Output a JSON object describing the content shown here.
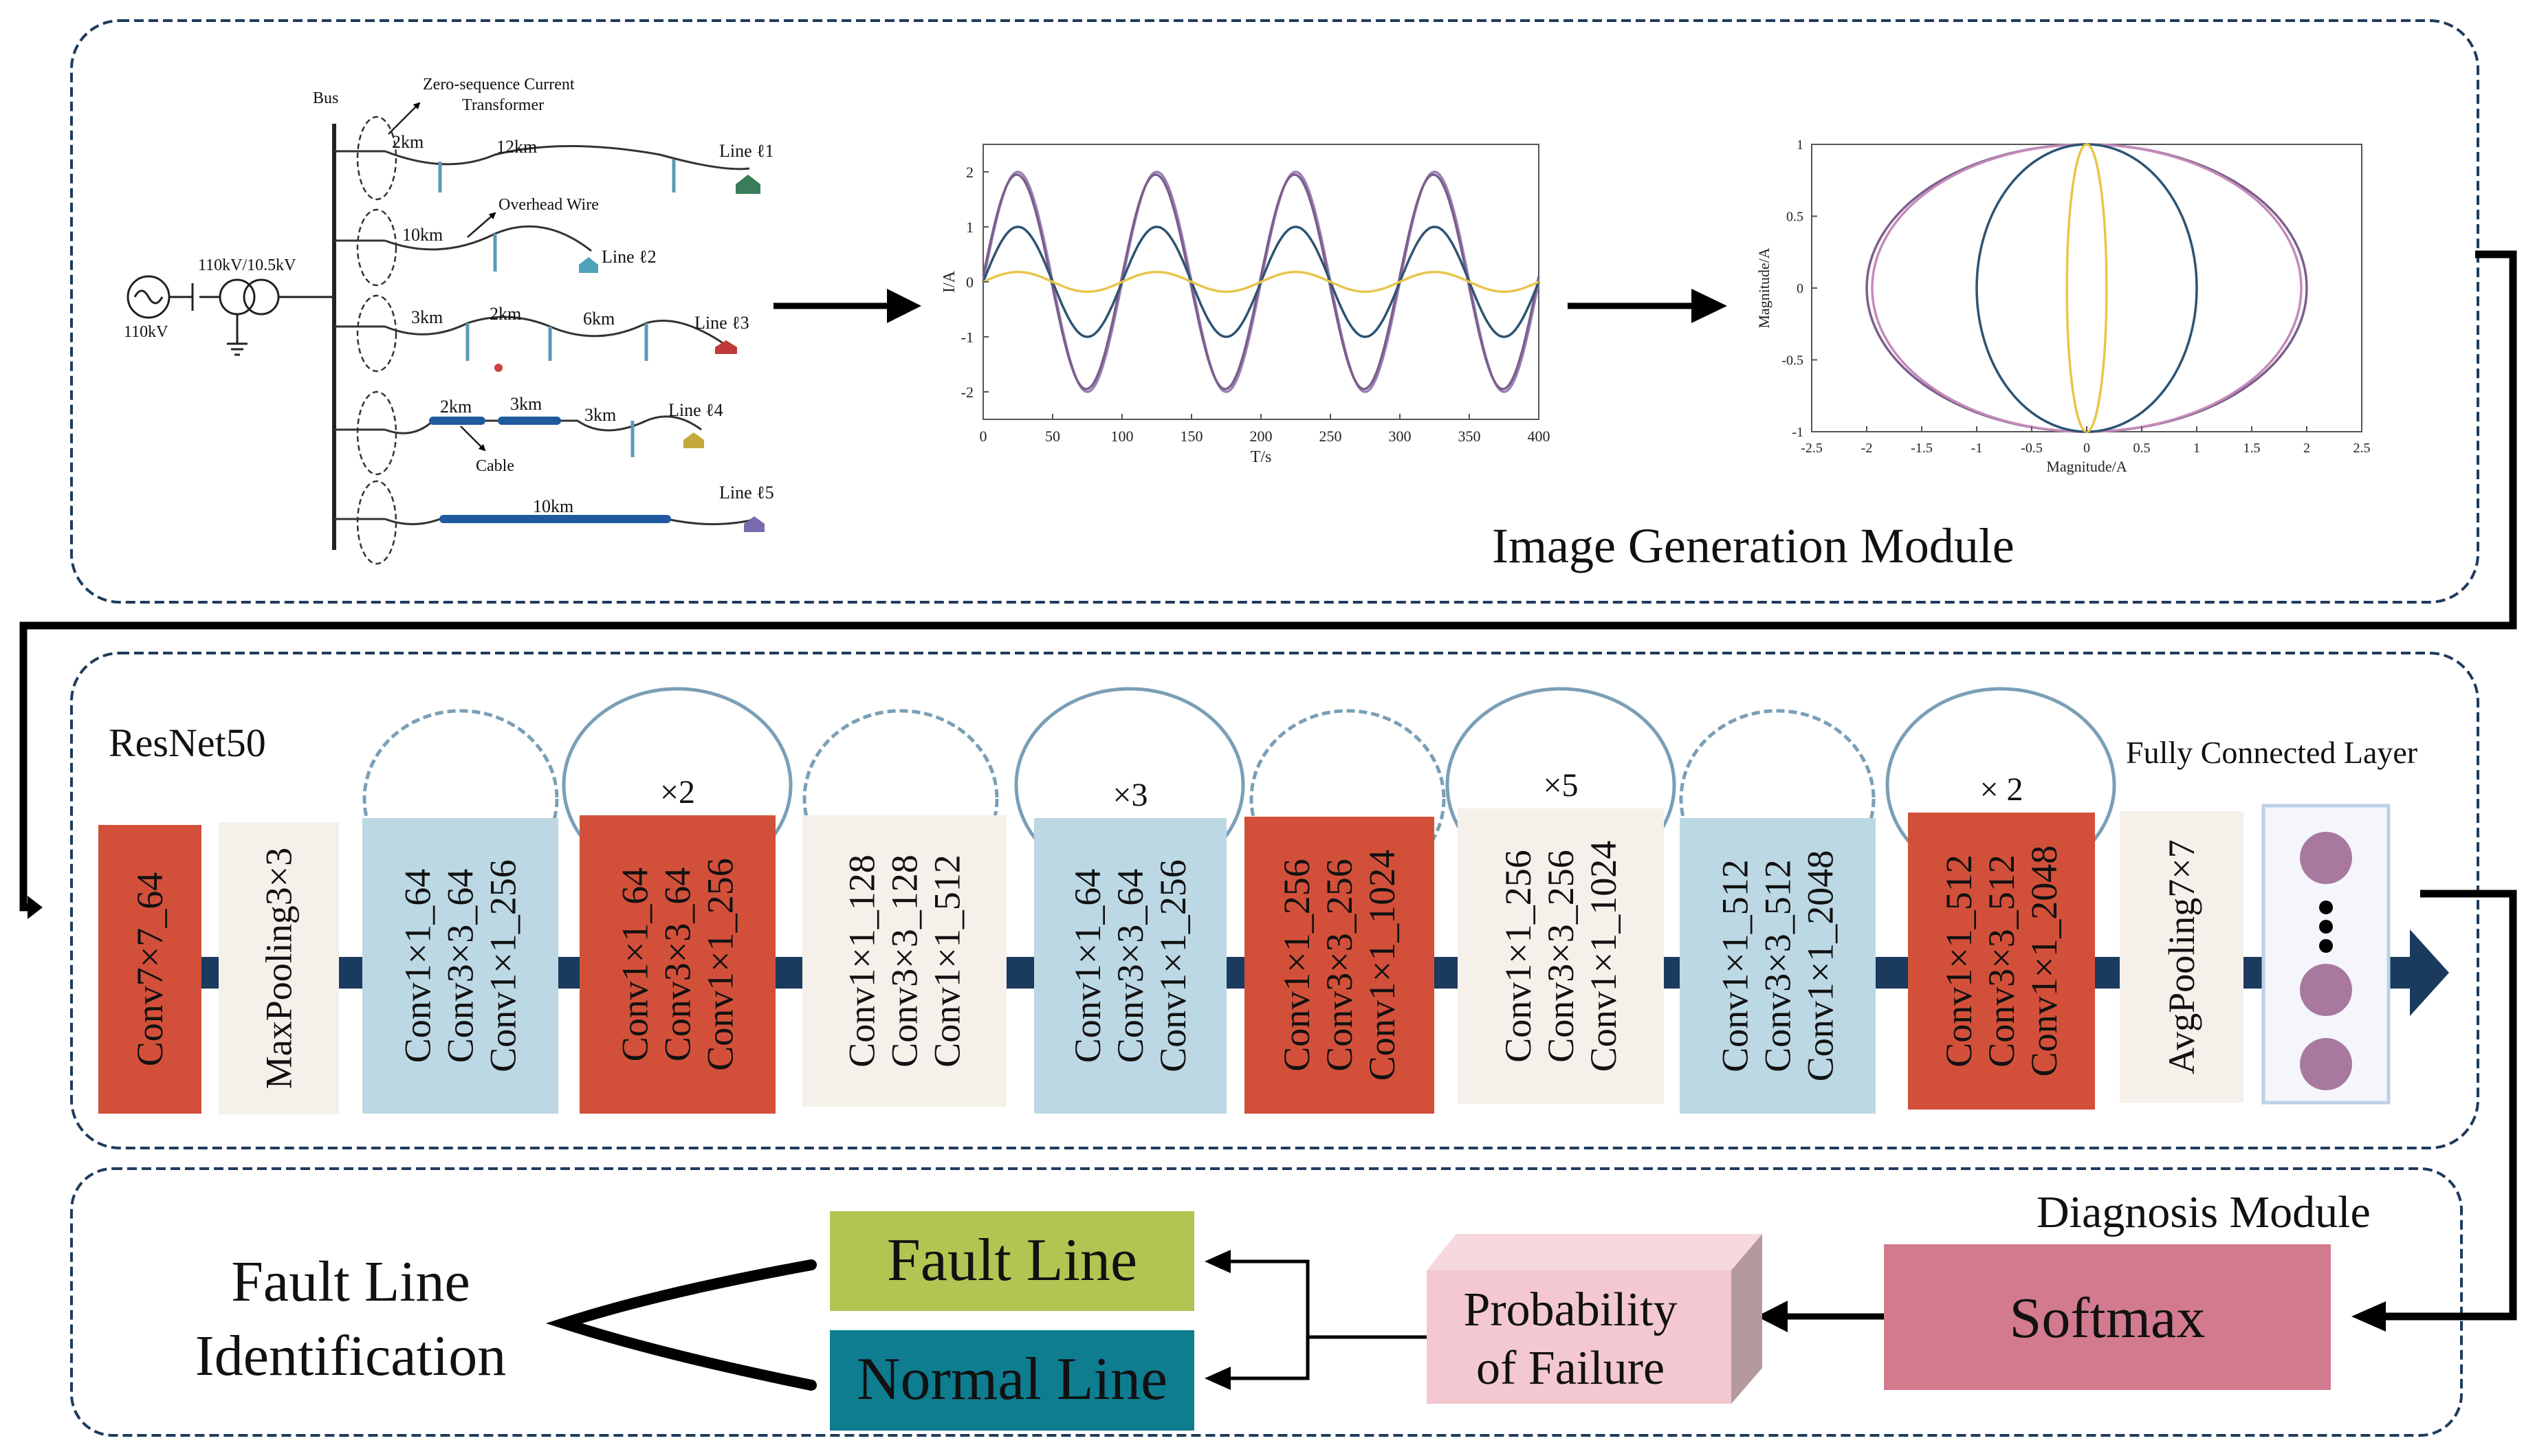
{
  "image_module": {
    "title": "Image Generation Module",
    "circuit": {
      "bus": "Bus",
      "ct": [
        "Zero-sequence Current",
        "Transformer"
      ],
      "source": "110kV",
      "transformer": "110kV/10.5kV",
      "overhead": "Overhead Wire",
      "cable": "Cable",
      "segments": {
        "l1a": "2km",
        "l1b": "12km",
        "l2a": "10km",
        "l3a": "3km",
        "l3b": "2km",
        "l3c": "6km",
        "l4a": "2km",
        "l4b": "3km",
        "l4c": "3km",
        "l5a": "10km"
      },
      "lines": [
        "Line ℓ1",
        "Line ℓ2",
        "Line ℓ3",
        "Line ℓ4",
        "Line ℓ5"
      ]
    }
  },
  "chart_data": [
    {
      "type": "line",
      "xlabel": "T/s",
      "ylabel": "I/A",
      "xlim": [
        0,
        400
      ],
      "ylim": [
        -2.5,
        2.5
      ],
      "xticks": [
        0,
        50,
        100,
        150,
        200,
        250,
        300,
        350,
        400
      ],
      "yticks": [
        2,
        1,
        0,
        -1,
        -2
      ],
      "period": 100,
      "series": [
        {
          "amplitude": 2.0,
          "phase_deg": 0,
          "color": "#9a7fb5"
        },
        {
          "amplitude": 1.95,
          "phase_deg": 3,
          "color": "#7b5e8c"
        },
        {
          "amplitude": 1.0,
          "phase_deg": 0,
          "color": "#2d5372"
        },
        {
          "amplitude": 0.18,
          "phase_deg": 0,
          "color": "#e8c54a"
        }
      ]
    },
    {
      "type": "line",
      "xlabel": "Magnitude/A",
      "ylabel": "Magnitude/A",
      "xlim": [
        -2.5,
        2.5
      ],
      "ylim": [
        -1,
        1
      ],
      "xticks": [
        -2.5,
        -2,
        -1.5,
        -1,
        -0.5,
        0,
        0.5,
        1,
        1.5,
        2,
        2.5
      ],
      "yticks": [
        1,
        0.5,
        0,
        -0.5,
        -1
      ],
      "series": [
        {
          "rx": 2.0,
          "ry": 1.0,
          "color": "#7b5e8c"
        },
        {
          "rx": 1.95,
          "ry": 1.0,
          "color": "#c48ab8"
        },
        {
          "rx": 1.0,
          "ry": 1.0,
          "color": "#2d5372"
        },
        {
          "rx": 0.18,
          "ry": 1.0,
          "color": "#e8c54a"
        }
      ]
    }
  ],
  "resnet": {
    "title": "ResNet50",
    "fc_label": "Fully Connected Layer",
    "blocks": [
      {
        "lines": [
          "Conv7×7_64"
        ],
        "color": "#d2503a"
      },
      {
        "lines": [
          "MaxPooling3×3"
        ],
        "color": "#f5f0ea"
      },
      {
        "lines": [
          "Conv1×1_64",
          "Conv3×3_64",
          "Conv1×1_256"
        ],
        "color": "#bcd8e4"
      },
      {
        "lines": [
          "Conv1×1_64",
          "Conv3×3_64",
          "Conv1×1_256"
        ],
        "color": "#d2503a",
        "mult": "×2"
      },
      {
        "lines": [
          "Conv1×1_128",
          "Conv3×3_128",
          "Conv1×1_512"
        ],
        "color": "#f5f0ea"
      },
      {
        "lines": [
          "Conv1×1_64",
          "Conv3×3_64",
          "Conv1×1_256"
        ],
        "color": "#bcd8e4",
        "mult": "×3"
      },
      {
        "lines": [
          "Conv1×1_256",
          "Conv3×3_256",
          "Conv1×1_1024"
        ],
        "color": "#d2503a"
      },
      {
        "lines": [
          "Conv1×1_256",
          "Conv3×3_256",
          "Conv1×1_1024"
        ],
        "color": "#f5f0ea",
        "mult": "×5"
      },
      {
        "lines": [
          "Conv1×1_512",
          "Conv3×3_512",
          "Conv1×1_2048"
        ],
        "color": "#bcd8e4"
      },
      {
        "lines": [
          "Conv1×1_512",
          "Conv3×3_512",
          "Conv1×1_2048"
        ],
        "color": "#d2503a",
        "mult": "× 2"
      },
      {
        "lines": [
          "AvgPooling7×7"
        ],
        "color": "#f5f0ea"
      }
    ]
  },
  "diagnosis": {
    "title": "Diagnosis Module",
    "softmax": "Softmax",
    "probability": [
      "Probability",
      "of Failure"
    ],
    "fault_line": "Fault Line",
    "normal_line": "Normal Line",
    "identification": [
      "Fault Line",
      "Identification"
    ]
  },
  "colors": {
    "border": "#1f3b5c",
    "arrow": "#1a3a5e",
    "fault_green": "#b3c452",
    "normal_teal": "#0e7d90",
    "softmax_pink": "#d27b8f",
    "prob_pink": "#f3c8d1",
    "fc_node": "#a8789e"
  }
}
